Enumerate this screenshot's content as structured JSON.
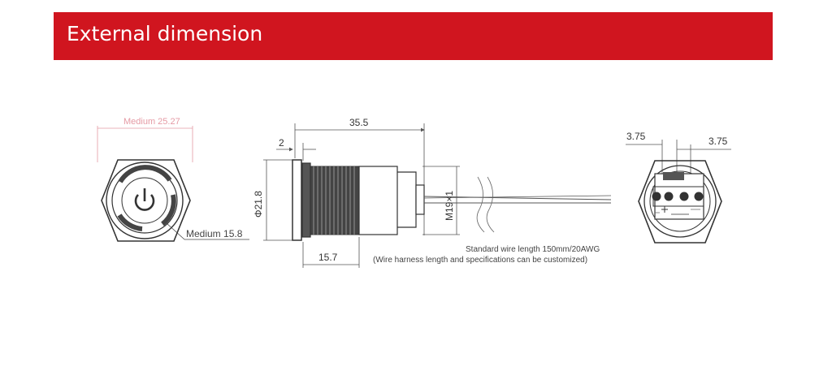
{
  "header": {
    "title": "External dimension",
    "color": "#d0151f"
  },
  "front_view": {
    "top_dim": "Medium 25.27",
    "bottom_dim": "Medium 15.8",
    "icon": "power-icon"
  },
  "side_view": {
    "dim_length": "35.5",
    "dim_flange": "2",
    "dim_diameter": "Φ21.8",
    "dim_thread": "M19×1",
    "dim_body": "15.7",
    "note_line1": "Standard wire length 150mm/20AWG",
    "note_line2": "(Wire harness length and specifications can be customized)"
  },
  "back_view": {
    "dim_left": "3.75",
    "dim_right": "3.75"
  }
}
